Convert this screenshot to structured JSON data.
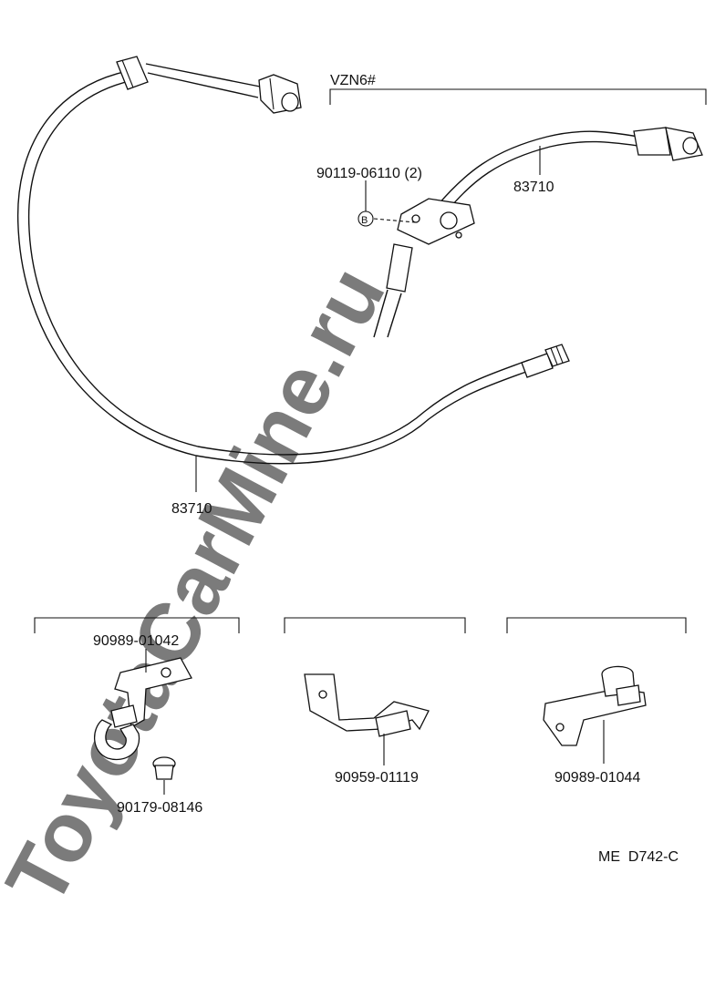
{
  "watermark": "ToyotaCarMine.ru",
  "header": {
    "variant": "VZN6#"
  },
  "labels": {
    "cable_main": "83710",
    "cable_vzn": "83710",
    "bolt": "90119-06110 (2)",
    "bolt_ref": "B",
    "clamp_left": "90989-01042",
    "grommet": "90179-08146",
    "bracket_middle": "90959-01119",
    "clamp_right": "90989-01044"
  },
  "footer": {
    "drawing_code": "ME  D742-C"
  }
}
